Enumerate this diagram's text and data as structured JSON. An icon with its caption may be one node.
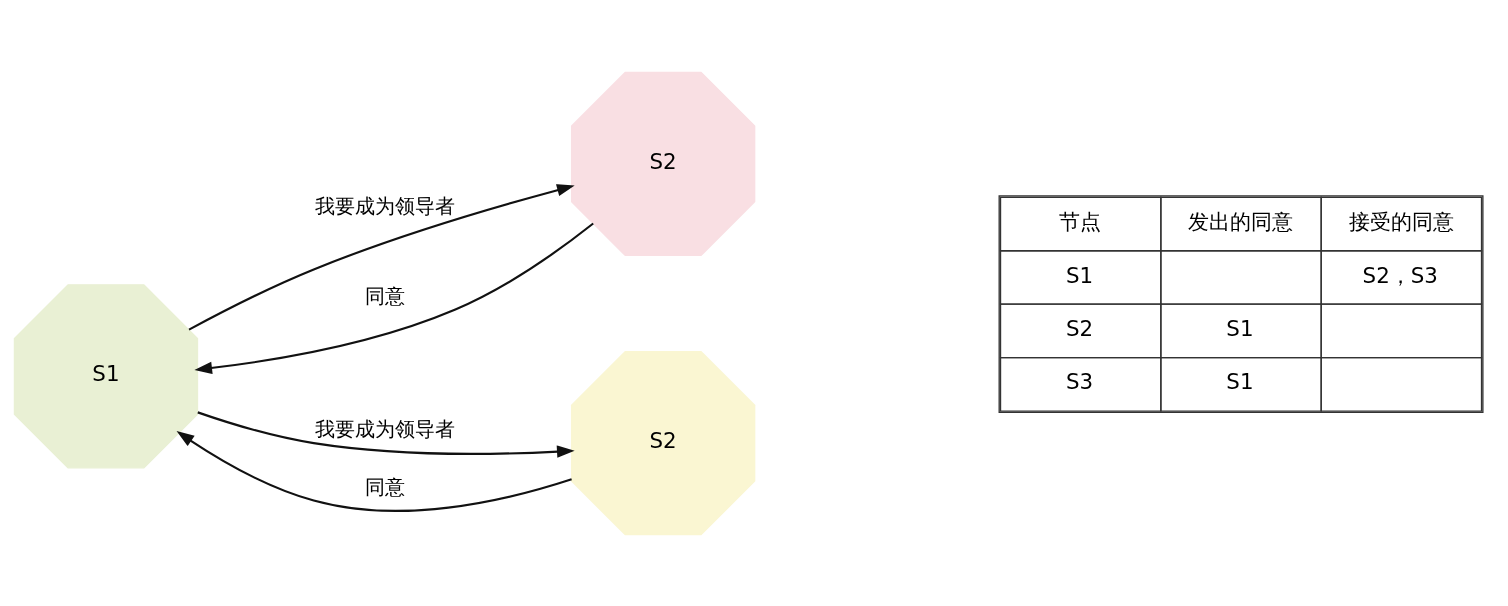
{
  "diagram": {
    "nodes": [
      {
        "text": [
          "S2"
        ]
      },
      {
        "text": [
          "S1"
        ]
      },
      {
        "text": [
          "S2"
        ]
      }
    ],
    "edges": [
      {
        "from": 1,
        "to": 0,
        "arrow": "to",
        "label": "我要成为领导者"
      },
      {
        "from": 0,
        "to": 1,
        "arrow": "to",
        "label": "同意"
      },
      {
        "from": 1,
        "to": 2,
        "arrow": "to",
        "label": "我要成为领导者"
      },
      {
        "from": 2,
        "to": 1,
        "arrow": "to",
        "label": "同意"
      }
    ],
    "labels": [
      "节点",
      "发出的同意",
      "接受的同意",
      "S1",
      "S2，S3",
      "S2",
      "S1",
      "S3",
      "S1"
    ]
  }
}
